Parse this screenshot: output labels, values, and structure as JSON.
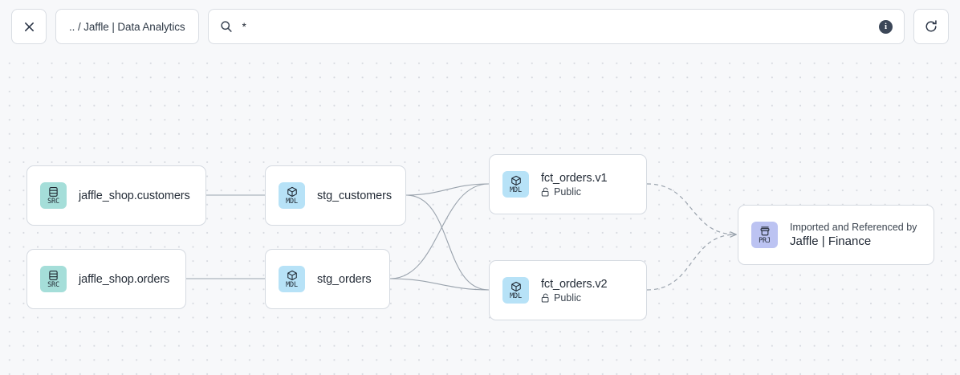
{
  "toolbar": {
    "close_label": "✕",
    "close_icon": "close-icon",
    "breadcrumb_label": ".. / Jaffle | Data Analytics",
    "search_icon": "search-icon",
    "search_value": "*",
    "search_placeholder": "Search",
    "info_label": "i",
    "info_icon": "info-icon",
    "refresh_icon": "refresh-icon"
  },
  "canvas": {
    "nodes": [
      {
        "id": "src-customers",
        "badge_tag": "SRC",
        "badge_icon": "database-icon",
        "badge_color": "#a5ded9",
        "title": "jaffle_shop.customers"
      },
      {
        "id": "src-orders",
        "badge_tag": "SRC",
        "badge_icon": "database-icon",
        "badge_color": "#a5ded9",
        "title": "jaffle_shop.orders"
      },
      {
        "id": "stg-customers",
        "badge_tag": "MDL",
        "badge_icon": "cube-icon",
        "badge_color": "#b7e2f7",
        "title": "stg_customers"
      },
      {
        "id": "stg-orders",
        "badge_tag": "MDL",
        "badge_icon": "cube-icon",
        "badge_color": "#b7e2f7",
        "title": "stg_orders"
      },
      {
        "id": "fct-orders-v1",
        "badge_tag": "MDL",
        "badge_icon": "cube-icon",
        "badge_color": "#b7e2f7",
        "title": "fct_orders.v1",
        "subtitle": "Public",
        "subtitle_icon": "unlock-icon"
      },
      {
        "id": "fct-orders-v2",
        "badge_tag": "MDL",
        "badge_icon": "cube-icon",
        "badge_color": "#b7e2f7",
        "title": "fct_orders.v2",
        "subtitle": "Public",
        "subtitle_icon": "unlock-icon"
      },
      {
        "id": "prj-finance",
        "badge_tag": "PRJ",
        "badge_icon": "archive-box-icon",
        "badge_color": "#bcc3f2",
        "kicker": "Imported and Referenced by",
        "title": "Jaffle | Finance"
      }
    ],
    "edge_color": "#9aa3ad",
    "background_dot_color": "#d7dae0",
    "background_color": "#f7f8fa"
  }
}
